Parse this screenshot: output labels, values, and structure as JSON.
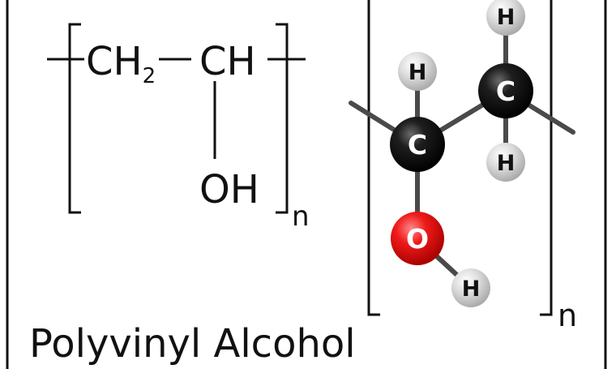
{
  "structural_formula": {
    "group_ch2": "CH",
    "ch2_subscript": "2",
    "group_ch": "CH",
    "group_oh": "OH",
    "repeat_subscript": "n"
  },
  "ball_and_stick": {
    "repeat_subscript": "n",
    "atoms": {
      "h_top_left": "H",
      "c_left": "C",
      "h_top_right": "H",
      "c_right": "C",
      "h_bottom_right": "H",
      "o": "O",
      "h_hydroxyl": "H"
    }
  },
  "caption": "Polyvinyl Alcohol",
  "colors": {
    "ink": "#111111",
    "carbon": "#111111",
    "hydrogen": "#d6d6d6",
    "oxygen": "#e8131b",
    "bond": "#4a4a4a"
  }
}
